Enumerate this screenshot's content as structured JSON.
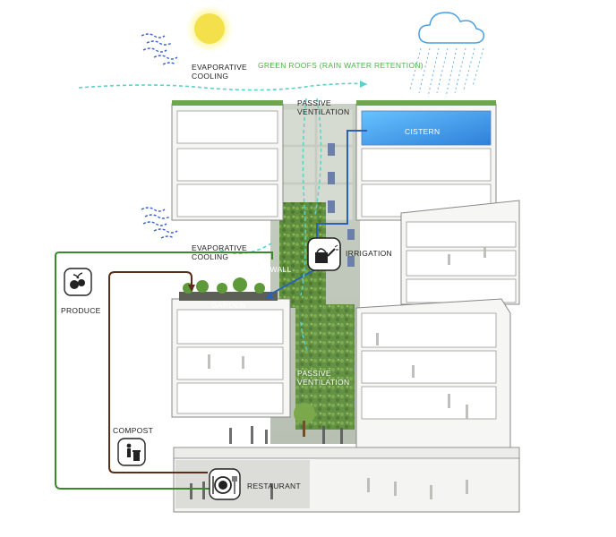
{
  "labels": {
    "evaporative_cooling_top": [
      "EVAPORATIVE",
      "COOLING"
    ],
    "green_roofs": "GREEN ROOFS (RAIN WATER RETENTION)",
    "passive_ventilation_top": [
      "PASSIVE",
      "VENTILATION"
    ],
    "cistern": "CISTERN",
    "evaporative_cooling_mid": [
      "EVAPORATIVE",
      "COOLING"
    ],
    "irrigation": "IRRIGATION",
    "grow_wall": "GROW-WALL",
    "produce": "PRODUCE",
    "garden": "GARDEN",
    "passive_ventilation_bottom": [
      "PASSIVE",
      "VENTILATION"
    ],
    "compost": "COMPOST",
    "restaurant": "RESTAURANT"
  },
  "icons": [
    "sun-icon",
    "rain-cloud-icon",
    "wind-icon",
    "watering-can-icon",
    "produce-icon",
    "compost-bin-icon",
    "restaurant-plate-icon"
  ],
  "colors": {
    "produce_loop": "#3a8a2a",
    "compost_loop": "#5a2f1a",
    "water": "#2a63b5",
    "air": "#5ad1c9",
    "green_label": "#4fb24a",
    "sun": "#f6e36a",
    "wind": "#3a5fc8"
  }
}
